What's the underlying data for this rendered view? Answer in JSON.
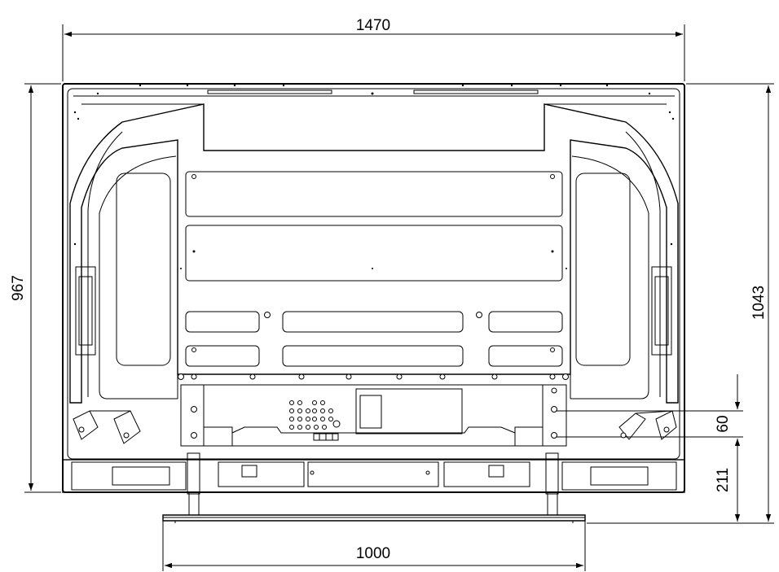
{
  "dimensions": {
    "overall_width": "1470",
    "height_without_stand": "967",
    "height_with_stand": "1043",
    "mount_hole_offset": "60",
    "stand_height": "211",
    "stand_width": "1000"
  }
}
